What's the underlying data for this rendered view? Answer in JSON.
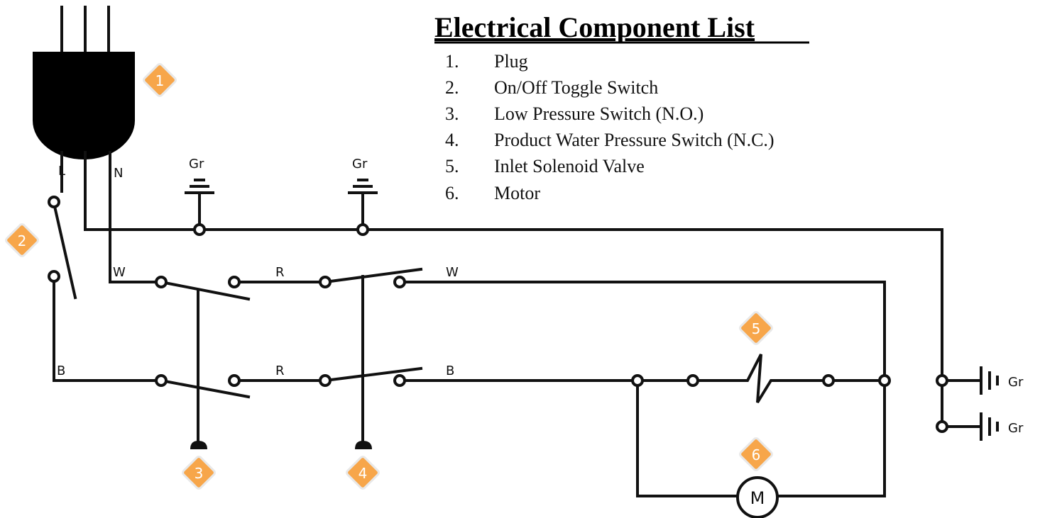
{
  "component_list": {
    "title": "Electrical Component List",
    "items": [
      {
        "number": "1.",
        "name": "Plug"
      },
      {
        "number": "2.",
        "name": "On/Off Toggle Switch"
      },
      {
        "number": "3.",
        "name": "Low Pressure Switch (N.O.)"
      },
      {
        "number": "4.",
        "name": "Product Water Pressure Switch (N.C.)"
      },
      {
        "number": "5.",
        "name": "Inlet Solenoid Valve"
      },
      {
        "number": "6.",
        "name": "Motor"
      }
    ]
  },
  "wire_labels": {
    "line": "L",
    "neutral": "N",
    "white_1": "W",
    "red_top": "R",
    "white_2": "W",
    "black_1": "B",
    "red_bottom": "R",
    "black_2": "B"
  },
  "ground_labels": [
    "Gr",
    "Gr",
    "Gr",
    "Gr"
  ],
  "badges": [
    "1",
    "2",
    "3",
    "4",
    "5",
    "6"
  ],
  "motor_symbol": "M",
  "colors": {
    "badge_fill": "#f7a64a",
    "wire": "#111111"
  }
}
